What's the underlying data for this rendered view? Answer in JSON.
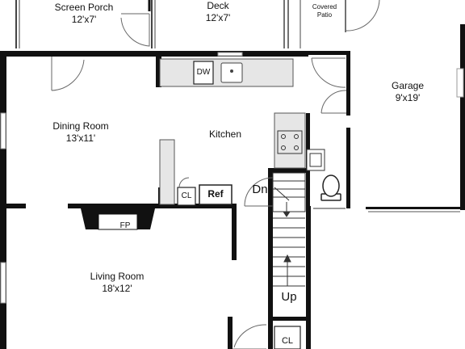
{
  "rooms": {
    "screen_porch": {
      "name": "Screen Porch",
      "size": "12'x7'"
    },
    "deck": {
      "name": "Deck",
      "size": "12'x7'"
    },
    "covered_patio": {
      "line1": "Covered",
      "line2": "Patio"
    },
    "garage": {
      "name": "Garage",
      "size": "9'x19'"
    },
    "dining_room": {
      "name": "Dining Room",
      "size": "13'x11'"
    },
    "kitchen": {
      "name": "Kitchen"
    },
    "living_room": {
      "name": "Living Room",
      "size": "18'x12'"
    }
  },
  "fixtures": {
    "dishwasher": "DW",
    "refrigerator": "Ref",
    "closet_kitchen": "CL",
    "closet_hall": "CL",
    "fireplace": "FP"
  },
  "stairs": {
    "down": "Dn",
    "up": "Up"
  },
  "colors": {
    "wall": "#111111",
    "counter": "#e6e6e6",
    "line": "#333333",
    "window": "#9a9a9a"
  }
}
